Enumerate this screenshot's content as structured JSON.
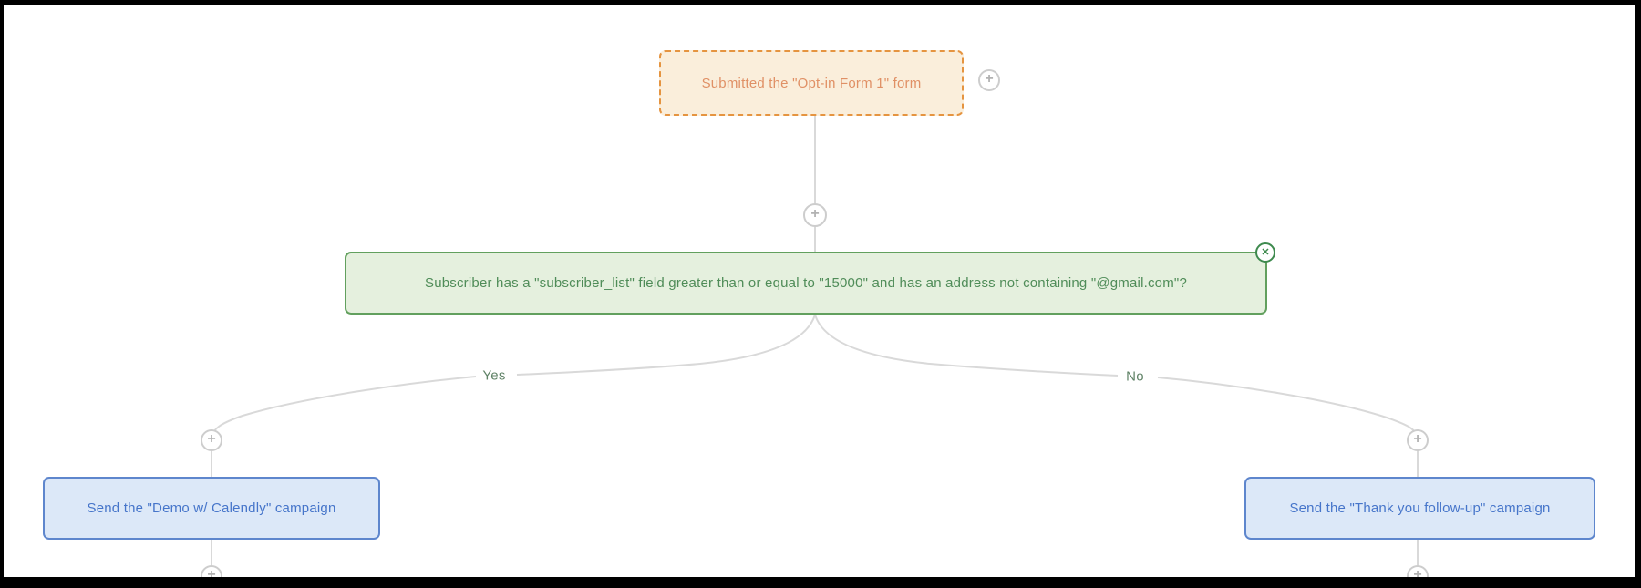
{
  "canvas": {
    "background": "#ffffff",
    "frame_color": "#000000",
    "connector_color": "#d9d9d9"
  },
  "workflow": {
    "trigger": {
      "label": "Submitted the \"Opt-in Form 1\" form",
      "colors": {
        "border": "#e59440",
        "background": "#faeedb",
        "text": "#e09065"
      }
    },
    "condition": {
      "label": "Subscriber has a \"subscriber_list\" field greater than or equal to \"15000\" and has an address not containing \"@gmail.com\"?",
      "colors": {
        "border": "#62a05e",
        "background": "#e5f0de",
        "text": "#4f8c58"
      }
    },
    "branches": {
      "yes_label": "Yes",
      "no_label": "No",
      "label_color": "#5f8266"
    },
    "actions": [
      {
        "branch": "yes",
        "label": "Send the \"Demo w/ Calendly\" campaign"
      },
      {
        "branch": "no",
        "label": "Send the \"Thank you follow-up\" campaign"
      }
    ],
    "action_colors": {
      "border": "#5e86cd",
      "background": "#dce8f8",
      "text": "#4675ca"
    },
    "icons": {
      "plus_glyph": "+",
      "close_glyph": "✕"
    }
  }
}
